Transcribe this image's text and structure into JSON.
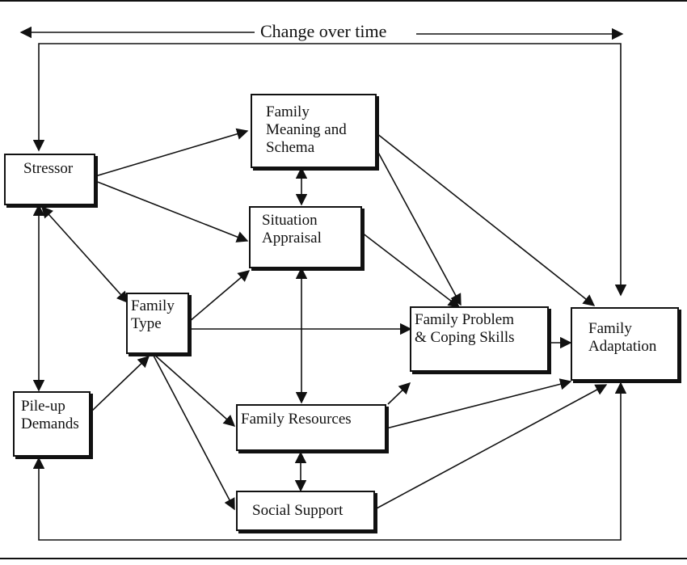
{
  "header": {
    "label": "Change over time"
  },
  "nodes": {
    "stressor": "Stressor",
    "meaning": "Family\nMeaning and\nSchema",
    "appraisal": "Situation\nAppraisal",
    "type": "Family\nType",
    "problem": "Family Problem\n& Coping Skills",
    "adaptation": "Family\nAdaptation",
    "pileup": "Pile-up\nDemands",
    "resources": "Family Resources",
    "support": "Social Support"
  }
}
